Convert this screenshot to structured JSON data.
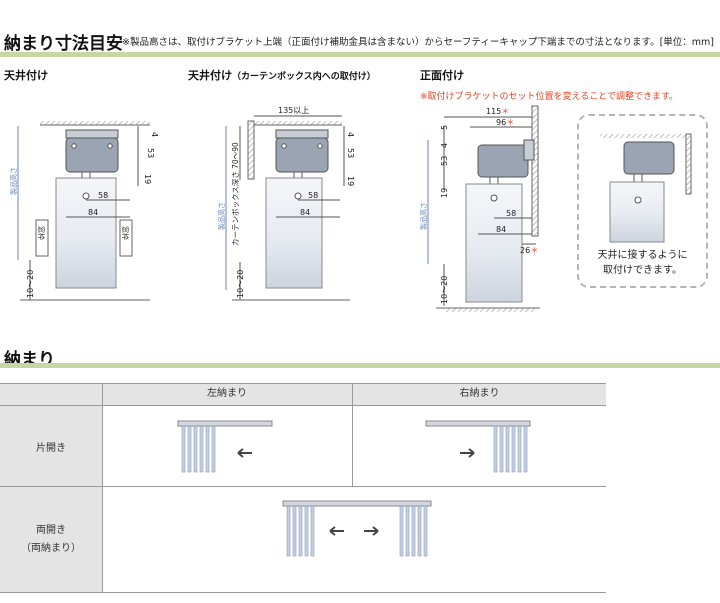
{
  "section1": {
    "title": "納まり寸法目安",
    "note": "※製品高さは、取付けブラケット上端（正面付け補助金具は含まない）からセーフティーキャップ下端までの寸法となります。[単位：mm]"
  },
  "ceiling": {
    "title": "天井付け",
    "product_height_label": "製品高さ",
    "window_frame_label": "窓枠",
    "dim_4": "4",
    "dim_53": "53",
    "dim_19": "19",
    "dim_58": "58",
    "dim_84": "84",
    "dim_floor": "10〜20"
  },
  "box": {
    "title": "天井付け",
    "title_note": "（カーテンボックス内への取付け）",
    "dim_135": "135以上",
    "box_depth_label": "カーテンボックス深さ 70〜90",
    "product_height_label": "製品高さ",
    "dim_4": "4",
    "dim_53": "53",
    "dim_19": "19",
    "dim_58": "58",
    "dim_84": "84",
    "dim_floor": "10〜20"
  },
  "front": {
    "title": "正面付け",
    "note": "※取付けブラケットのセット位置を変えることで調整できます。",
    "dim_115": "115",
    "dim_96": "96",
    "dim_5": "5",
    "dim_4": "4",
    "dim_53": "53",
    "dim_19": "19",
    "dim_58": "58",
    "dim_84": "84",
    "dim_26": "26",
    "asterisk": "＊",
    "dim_floor": "10〜20",
    "product_height_label": "製品高さ",
    "callout_line1": "天井に接するように",
    "callout_line2": "取付けできます。"
  },
  "section2": {
    "title": "納まり",
    "col_left": "左納まり",
    "col_right": "右納まり",
    "row1": "片開き",
    "row2_line1": "両開き",
    "row2_line2": "（両納まり）"
  },
  "colors": {
    "accent_bar": "#c6d7a3",
    "note_red": "#e8421c",
    "dimension_blue": "#6b86b8",
    "bracket_gray": "#9aa4b3",
    "blind_light": "#dfe4ec",
    "header_gray": "#e4e4e4"
  }
}
